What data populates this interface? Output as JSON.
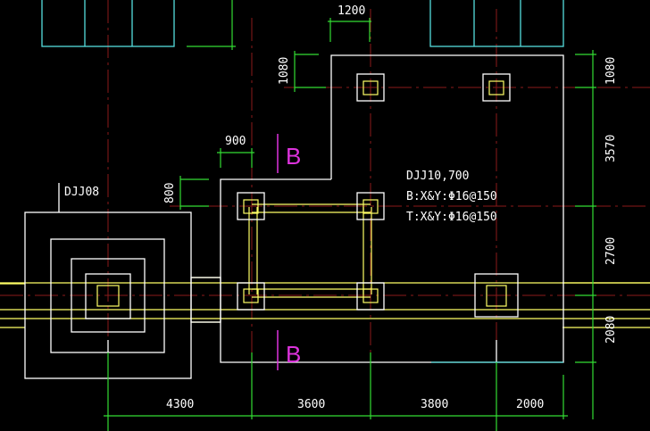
{
  "drawing": {
    "title": "Foundation plan (CAD)",
    "colors": {
      "background": "#000000",
      "outline": "#ffffff",
      "beam": "#ffff66",
      "axis": "#8b1a1a",
      "dimension": "#33dd33",
      "section_mark": "#dd33dd",
      "existing": "#55dddd"
    },
    "labels": {
      "footing_left": "DJJ08",
      "footing_main": "DJJ10,700",
      "rebar_bottom": "B:X&Y:Φ16@150",
      "rebar_top": "T:X&Y:Φ16@150",
      "section_top": "B",
      "section_bottom": "B"
    },
    "dimensions": {
      "top": [
        "1200"
      ],
      "left_detail_h": [
        "900"
      ],
      "left_detail_v": [
        "1080",
        "800"
      ],
      "bottom": [
        "4300",
        "3600",
        "3800",
        "2000"
      ],
      "right": [
        "1080",
        "3570",
        "2700",
        "2080"
      ]
    }
  }
}
